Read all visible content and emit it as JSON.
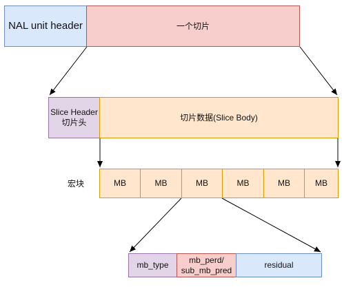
{
  "colors": {
    "blue_fill": "#dae8fc",
    "blue_stroke": "#6c8ebf",
    "red_fill": "#f8cecc",
    "red_stroke": "#b85450",
    "purple_fill": "#e1d5e7",
    "purple_stroke": "#9673a6",
    "orange_fill": "#ffe6cc",
    "orange_stroke": "#d79b00",
    "line": "#000000"
  },
  "nal_header": {
    "label": "NAL unit header"
  },
  "slice": {
    "label": "一个切片"
  },
  "slice_header": {
    "label": "Slice Header\n切片头"
  },
  "slice_body": {
    "label": "切片数据(Slice Body)"
  },
  "macroblocks": {
    "label": "宏块",
    "cells": [
      "MB",
      "MB",
      "MB",
      "MB",
      "MB",
      "MB"
    ]
  },
  "mb_detail": {
    "cells": [
      "mb_type",
      "mb_perd/\nsub_mb_pred",
      "residual"
    ]
  }
}
